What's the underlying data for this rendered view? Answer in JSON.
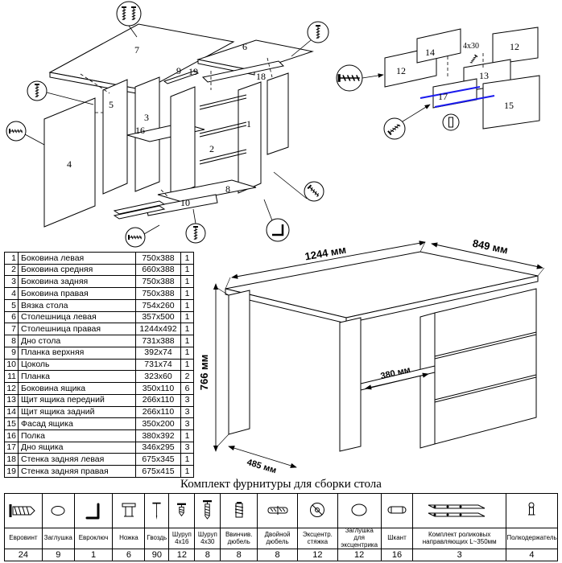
{
  "parts_table": {
    "rows": [
      {
        "n": "1",
        "name": "Боковина левая",
        "size": "750x388",
        "qty": "1"
      },
      {
        "n": "2",
        "name": "Боковина средняя",
        "size": "660x388",
        "qty": "1"
      },
      {
        "n": "3",
        "name": "Боковина задняя",
        "size": "750x388",
        "qty": "1"
      },
      {
        "n": "4",
        "name": "Боковина правая",
        "size": "750x388",
        "qty": "1"
      },
      {
        "n": "5",
        "name": "Вязка стола",
        "size": "754x260",
        "qty": "1"
      },
      {
        "n": "6",
        "name": "Столешница левая",
        "size": "357x500",
        "qty": "1"
      },
      {
        "n": "7",
        "name": "Столешница правая",
        "size": "1244x492",
        "qty": "1"
      },
      {
        "n": "8",
        "name": "Дно стола",
        "size": "731x388",
        "qty": "1"
      },
      {
        "n": "9",
        "name": "Планка верхняя",
        "size": "392x74",
        "qty": "1"
      },
      {
        "n": "10",
        "name": "Цоколь",
        "size": "731x74",
        "qty": "1"
      },
      {
        "n": "11",
        "name": "Планка",
        "size": "323x60",
        "qty": "2"
      },
      {
        "n": "12",
        "name": "Боковина ящика",
        "size": "350x110",
        "qty": "6"
      },
      {
        "n": "13",
        "name": "Щит ящика передний",
        "size": "266x110",
        "qty": "3"
      },
      {
        "n": "14",
        "name": "Щит ящика задний",
        "size": "266x110",
        "qty": "3"
      },
      {
        "n": "15",
        "name": "Фасад ящика",
        "size": "350x200",
        "qty": "3"
      },
      {
        "n": "16",
        "name": "Полка",
        "size": "380x392",
        "qty": "1"
      },
      {
        "n": "17",
        "name": "Дно ящика",
        "size": "346x295",
        "qty": "3"
      },
      {
        "n": "18",
        "name": "Стенка задняя левая",
        "size": "675x345",
        "qty": "1"
      },
      {
        "n": "19",
        "name": "Стенка задняя правая",
        "size": "675x415",
        "qty": "1"
      }
    ]
  },
  "desk": {
    "dim_width": "1244 мм",
    "dim_depth": "849 мм",
    "dim_height": "766 мм",
    "dim_bottom": "485 мм",
    "dim_inner": "380 мм"
  },
  "exploded": {
    "left": {
      "p7": "7",
      "p6": "6",
      "p19": "19",
      "p18": "18",
      "p5": "5",
      "p3": "3",
      "p16": "16",
      "p2": "2",
      "p1": "1",
      "p4": "4",
      "p9": "9",
      "p10": "10",
      "p8": "8"
    },
    "right": {
      "p14": "14",
      "p12a": "12",
      "p12b": "12",
      "p13": "13",
      "p17": "17",
      "p15": "15",
      "screw_label": "4x30"
    }
  },
  "hardware": {
    "title": "Комплект фурнитуры для сборки стола",
    "items": [
      {
        "icon": "euro-screw-icon",
        "name": "Евровинт",
        "qty": "24"
      },
      {
        "icon": "cap-icon",
        "name": "Заглушка",
        "qty": "9"
      },
      {
        "icon": "hex-key-icon",
        "name": "Евроключ",
        "qty": "1"
      },
      {
        "icon": "leg-icon",
        "name": "Ножка",
        "qty": "6"
      },
      {
        "icon": "nail-icon",
        "name": "Гвоздь",
        "qty": "90"
      },
      {
        "icon": "screw-short-icon",
        "name": "Шуруп 4x16",
        "qty": "12"
      },
      {
        "icon": "screw-long-icon",
        "name": "Шуруп 4x30",
        "qty": "8"
      },
      {
        "icon": "threaded-dowel-icon",
        "name": "Ввинчив. дюбель",
        "qty": "8"
      },
      {
        "icon": "double-dowel-icon",
        "name": "Двойной дюбель",
        "qty": "8"
      },
      {
        "icon": "cam-lock-icon",
        "name": "Эксцентр. стяжка",
        "qty": "12"
      },
      {
        "icon": "cam-cap-icon",
        "name": "Заглушка для эксцентрика",
        "qty": "12"
      },
      {
        "icon": "wood-dowel-icon",
        "name": "Шкант",
        "qty": "16"
      },
      {
        "icon": "roller-guides-icon",
        "name": "Комплект роликовых направляющих L~350мм",
        "qty": "3"
      },
      {
        "icon": "shelf-support-icon",
        "name": "Полкодержатель",
        "qty": "4"
      }
    ]
  }
}
